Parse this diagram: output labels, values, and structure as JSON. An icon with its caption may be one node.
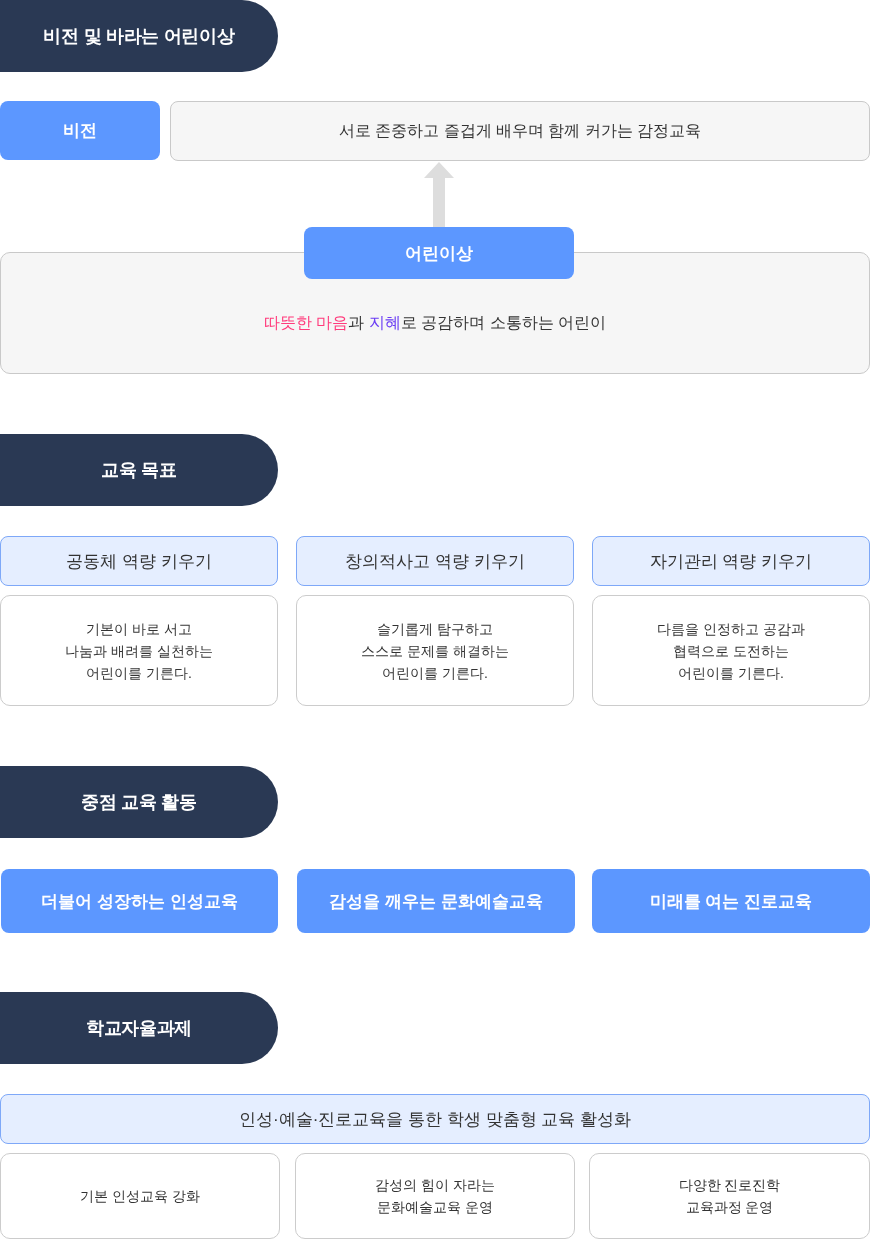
{
  "diagram": {
    "nodes": [
      {
        "text": [
          "비전 및 바라는 어린이상"
        ]
      },
      {
        "text": [
          "비전"
        ]
      },
      {
        "text": [
          "서로 존중하고 즐겁게 배우며 함께 커가는 감정교육"
        ]
      },
      {
        "text": [
          "어린이상"
        ]
      },
      {
        "text": [
          "**따뜻한 마음**과 **지혜**로 공감하며 소통하는 어린이"
        ]
      },
      {
        "text": [
          "교육 목표"
        ]
      },
      {
        "text": [
          "공동체 역량 키우기"
        ]
      },
      {
        "text": [
          "창의적사고 역량 키우기"
        ]
      },
      {
        "text": [
          "자기관리 역량 키우기"
        ]
      },
      {
        "text": [
          "기본이 바로 서고 나눔과 배려를 실천하는 어린이를 기른다."
        ]
      },
      {
        "text": [
          "슬기롭게 탐구하고 스스로 문제를 해결하는 어린이를 기른다."
        ]
      },
      {
        "text": [
          "다름을 인정하고 공감과 협력으로 도전하는 어린이를 기른다."
        ]
      },
      {
        "text": [
          "중점 교육 활동"
        ]
      },
      {
        "text": [
          "더불어 성장하는 인성교육"
        ]
      },
      {
        "text": [
          "감성을 깨우는 문화예술교육"
        ]
      },
      {
        "text": [
          "미래를 여는 진로교육"
        ]
      },
      {
        "text": [
          "학교자율과제"
        ]
      },
      {
        "text": [
          "인성·예술·진로교육을 통한 학생 맞춤형 교육 활성화"
        ]
      },
      {
        "text": [
          "기본 인성교육 강화"
        ]
      },
      {
        "text": [
          "감성의 힘이 자라는 문화예술교육 운영"
        ]
      },
      {
        "text": [
          "다양한 진로진학 교육과정 운영"
        ]
      }
    ],
    "edges": [
      {
        "from": 3,
        "to": 2,
        "arrow": "to"
      }
    ]
  }
}
